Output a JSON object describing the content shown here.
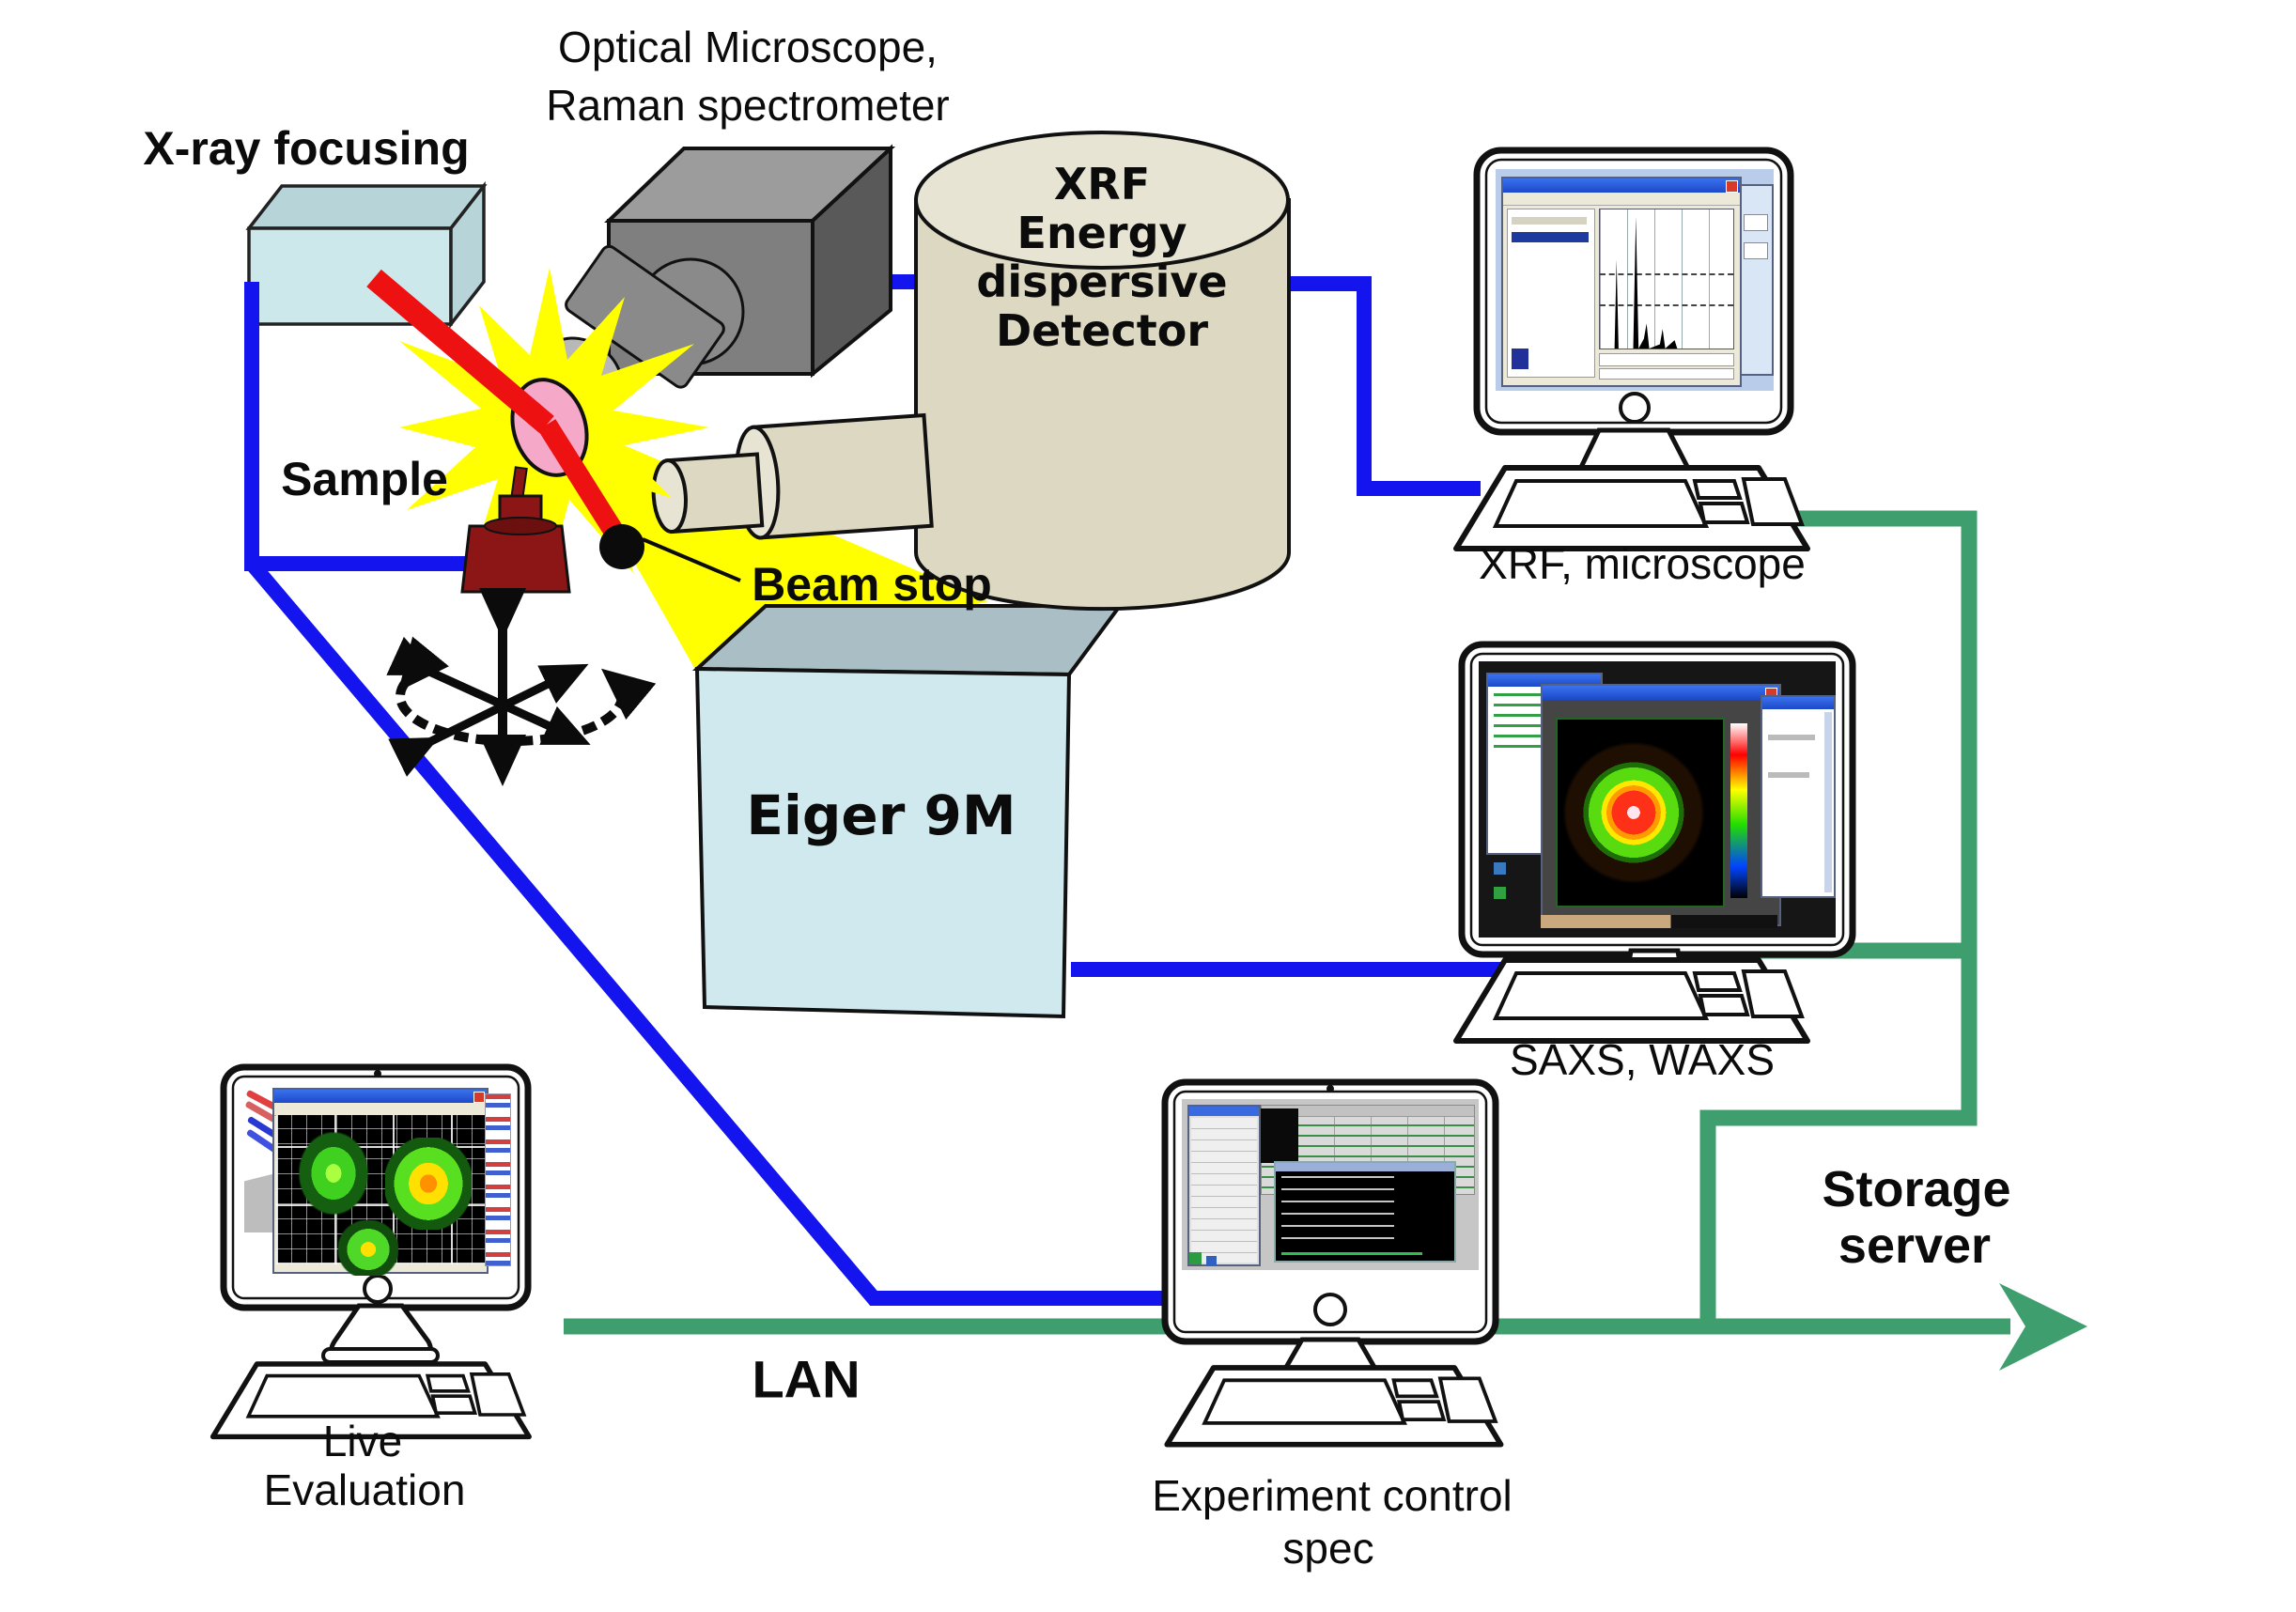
{
  "instruments": {
    "optical_line1": "Optical Microscope,",
    "optical_line2": "Raman spectrometer",
    "xray_focusing": "X-ray focusing",
    "sample": "Sample",
    "beam_stop": "Beam stop",
    "detector_line1": "XRF",
    "detector_line2": "Energy",
    "detector_line3": "dispersive",
    "detector_line4": "Detector",
    "eiger": "Eiger 9M"
  },
  "workstations": {
    "xrf": "XRF, microscope",
    "saxs": "SAXS, WAXS",
    "live_line1": "Live",
    "live_line2": "Evaluation",
    "experiment_line1": "Experiment control",
    "experiment_line2": "spec"
  },
  "network": {
    "lan": "LAN",
    "storage_line1": "Storage",
    "storage_line2": "server"
  },
  "colors": {
    "beamline": "#1414ee",
    "lan": "#3f9e6e",
    "beam": "#ee1111",
    "flash": "#ffff00",
    "sample": "#f5a8c8",
    "detector": "#dcd8c2",
    "detector_light": "#e7e4d4",
    "eiger": "#cfe9ee",
    "eiger_top": "#a9bfc5",
    "focusing": "#cde8eb",
    "focusing_top": "#b7d5d9",
    "holder": "#8c1616"
  }
}
